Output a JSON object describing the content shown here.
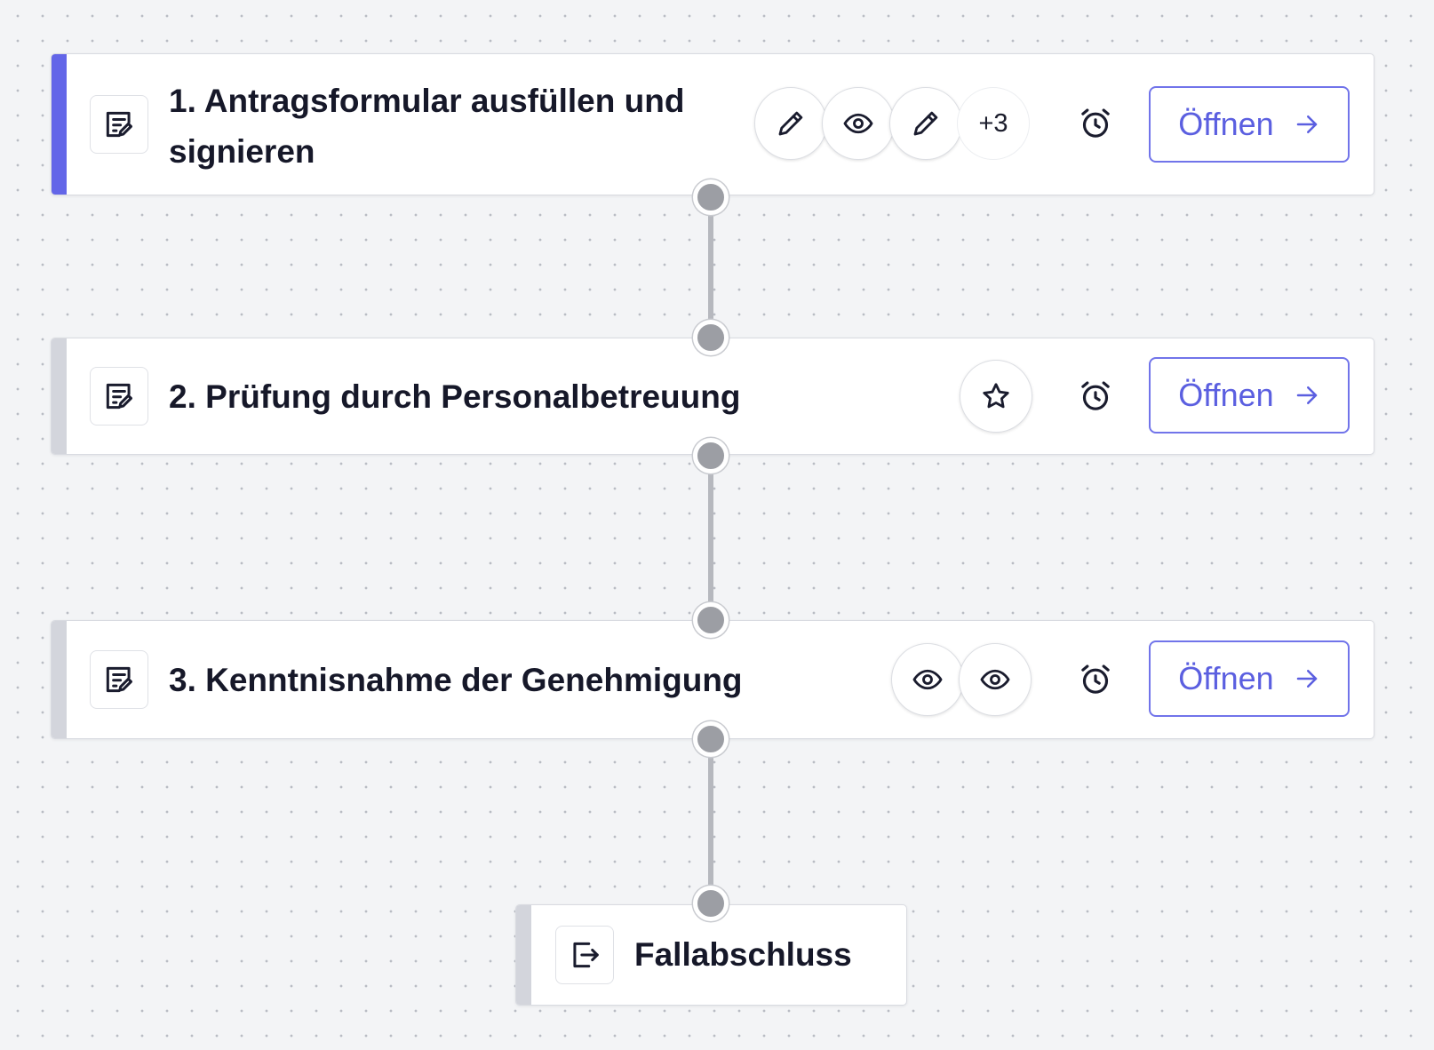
{
  "steps": [
    {
      "title": "1. Antragsformular ausfüllen und signieren",
      "active": true,
      "participants": [
        "pencil-icon",
        "eye-icon",
        "pencil-icon"
      ],
      "more_count": "+3",
      "open_label": "Öffnen"
    },
    {
      "title": "2. Prüfung durch Personalbetreuung",
      "active": false,
      "participants": [
        "star-icon"
      ],
      "open_label": "Öffnen"
    },
    {
      "title": "3. Kenntnisnahme der Genehmigung",
      "active": false,
      "participants": [
        "eye-icon",
        "eye-icon"
      ],
      "open_label": "Öffnen"
    }
  ],
  "end_node": {
    "title": "Fallabschluss",
    "icon": "exit-icon"
  },
  "colors": {
    "accent": "#6366e8",
    "inactive_stripe": "#d3d5dc",
    "button_text": "#5b5fe0",
    "connector": "#b6b8be"
  }
}
